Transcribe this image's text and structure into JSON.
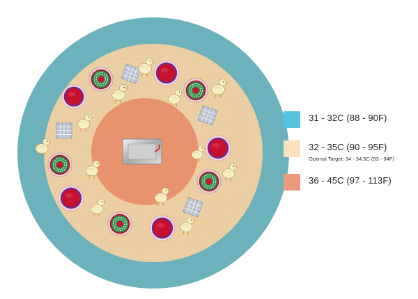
{
  "colors": {
    "outer_zone": "#6bb2bc",
    "middle_zone": "#ebcfa3",
    "inner_zone": "#e8936e",
    "feeder_red": "#c8102e",
    "feeder_purple": "#6a2c8c",
    "drinker_green": "#2f8f4e"
  },
  "icons": {
    "heater": "heat-lamp-icon",
    "chick": "chick-icon",
    "feeder": "feeder-icon",
    "drinker": "drinker-icon",
    "tray": "feed-tray-icon"
  },
  "legend": [
    {
      "color": "#58c3e0",
      "range": "31 - 32C  (88 - 90F)",
      "note": ""
    },
    {
      "color": "#fbe1bd",
      "range": "32 - 35C  (90 - 95F)",
      "note": "Optimal Target: 34 - 34.5C (93 - 94F)"
    },
    {
      "color": "#ee9b7d",
      "range": "36 - 45C  (97 - 113F)",
      "note": ""
    }
  ]
}
